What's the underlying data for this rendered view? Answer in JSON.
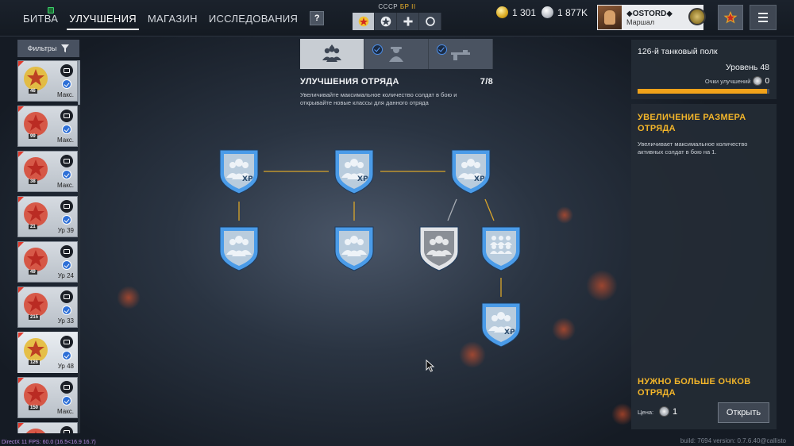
{
  "nav": {
    "battle": "БИТВА",
    "upgrades": "УЛУЧШЕНИЯ",
    "shop": "МАГАЗИН",
    "research": "ИССЛЕДОВАНИЯ",
    "help": "?"
  },
  "nation": {
    "country": "СССР",
    "era": "БР II"
  },
  "currency": {
    "gold": "1 301",
    "silver": "1 877K"
  },
  "profile": {
    "name": "◆OSTORD◆",
    "rank": "Маршал"
  },
  "sidebar": {
    "filter_label": "Фильтры",
    "units": [
      {
        "num": "46",
        "level": "Макс.",
        "color": "#e6b82c"
      },
      {
        "num": "99",
        "level": "Макс.",
        "color": "#d8432e"
      },
      {
        "num": "38",
        "level": "Макс.",
        "color": "#d8432e"
      },
      {
        "num": "21",
        "level": "Ур 39",
        "color": "#d8432e"
      },
      {
        "num": "49",
        "level": "Ур 24",
        "color": "#d8432e"
      },
      {
        "num": "215",
        "level": "Ур 33",
        "color": "#d8432e"
      },
      {
        "num": "126",
        "level": "Ур 48",
        "color": "#e6b82c"
      },
      {
        "num": "150",
        "level": "Макс.",
        "color": "#d8432e"
      },
      {
        "num": "",
        "level": "",
        "color": "#d8432e"
      }
    ]
  },
  "section": {
    "title": "УЛУЧШЕНИЯ ОТРЯДА",
    "count": "7/8",
    "description": "Увеличивайте максимальное количество солдат в бою и открывайте новые классы для данного отряда"
  },
  "tree": {
    "nodes": [
      {
        "id": "n1",
        "kind": "xp",
        "state": "active"
      },
      {
        "id": "n2",
        "kind": "xp",
        "state": "active"
      },
      {
        "id": "n3",
        "kind": "xp",
        "state": "active"
      },
      {
        "id": "n4",
        "kind": "squad",
        "state": "active"
      },
      {
        "id": "n5",
        "kind": "squad",
        "state": "active"
      },
      {
        "id": "n6",
        "kind": "squad",
        "state": "locked"
      },
      {
        "id": "n7",
        "kind": "squad-large",
        "state": "active"
      },
      {
        "id": "n8",
        "kind": "xp",
        "state": "active"
      }
    ]
  },
  "panel": {
    "regiment": "126-й танковый полк",
    "level": "Уровень 48",
    "points_label": "Очки улучшений",
    "points_value": "0",
    "progress": 0.98,
    "detail_title": "УВЕЛИЧЕНИЕ РАЗМЕРА ОТРЯДА",
    "detail_desc": "Увеличивает максимальное количество активных солдат в бою на 1.",
    "need_title": "НУЖНО БОЛЬШЕ ОЧКОВ ОТРЯДА",
    "price_label": "Цена:",
    "price_value": "1",
    "open_label": "Открыть"
  },
  "footer": {
    "fps": "DirectX 11 FPS: 60.0 (16.5<16.9 16.7)",
    "build": "build: 7694 version: 0.7.6.40@callisto"
  },
  "colors": {
    "accent": "#f3b52a",
    "shield_blue": "#4a9be8",
    "line": "#d9a52a"
  }
}
